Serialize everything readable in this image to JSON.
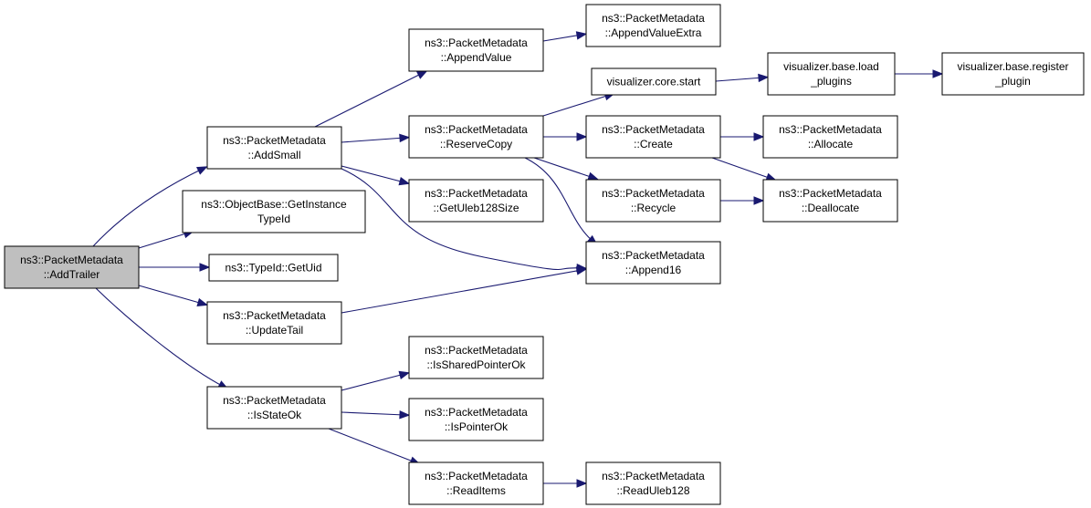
{
  "title": "ns3::PacketMetadata::AddTrailer call graph",
  "colors": {
    "edge": "#191970",
    "root_fill": "#bfbfbf",
    "node_fill": "#ffffff",
    "border": "#000000"
  },
  "nodes": [
    {
      "id": "AddTrailer",
      "lines": [
        "ns3::PacketMetadata",
        "::AddTrailer"
      ],
      "root": true
    },
    {
      "id": "AddSmall",
      "lines": [
        "ns3::PacketMetadata",
        "::AddSmall"
      ]
    },
    {
      "id": "GetInstanceTypeId",
      "lines": [
        "ns3::ObjectBase::GetInstance",
        "TypeId"
      ]
    },
    {
      "id": "GetUid",
      "lines": [
        "ns3::TypeId::GetUid"
      ]
    },
    {
      "id": "UpdateTail",
      "lines": [
        "ns3::PacketMetadata",
        "::UpdateTail"
      ]
    },
    {
      "id": "IsStateOk",
      "lines": [
        "ns3::PacketMetadata",
        "::IsStateOk"
      ]
    },
    {
      "id": "AppendValue",
      "lines": [
        "ns3::PacketMetadata",
        "::AppendValue"
      ]
    },
    {
      "id": "ReserveCopy",
      "lines": [
        "ns3::PacketMetadata",
        "::ReserveCopy"
      ]
    },
    {
      "id": "GetUleb128Size",
      "lines": [
        "ns3::PacketMetadata",
        "::GetUleb128Size"
      ]
    },
    {
      "id": "IsSharedPointerOk",
      "lines": [
        "ns3::PacketMetadata",
        "::IsSharedPointerOk"
      ]
    },
    {
      "id": "IsPointerOk",
      "lines": [
        "ns3::PacketMetadata",
        "::IsPointerOk"
      ]
    },
    {
      "id": "ReadItems",
      "lines": [
        "ns3::PacketMetadata",
        "::ReadItems"
      ]
    },
    {
      "id": "AppendValueExtra",
      "lines": [
        "ns3::PacketMetadata",
        "::AppendValueExtra"
      ]
    },
    {
      "id": "CoreStart",
      "lines": [
        "visualizer.core.start"
      ]
    },
    {
      "id": "Create",
      "lines": [
        "ns3::PacketMetadata",
        "::Create"
      ]
    },
    {
      "id": "Recycle",
      "lines": [
        "ns3::PacketMetadata",
        "::Recycle"
      ]
    },
    {
      "id": "Append16",
      "lines": [
        "ns3::PacketMetadata",
        "::Append16"
      ]
    },
    {
      "id": "ReadUleb128",
      "lines": [
        "ns3::PacketMetadata",
        "::ReadUleb128"
      ]
    },
    {
      "id": "LoadPlugins",
      "lines": [
        "visualizer.base.load",
        "_plugins"
      ]
    },
    {
      "id": "Allocate",
      "lines": [
        "ns3::PacketMetadata",
        "::Allocate"
      ]
    },
    {
      "id": "Deallocate",
      "lines": [
        "ns3::PacketMetadata",
        "::Deallocate"
      ]
    },
    {
      "id": "RegisterPlugin",
      "lines": [
        "visualizer.base.register",
        "_plugin"
      ]
    }
  ],
  "edges": [
    {
      "from": "AddTrailer",
      "to": "AddSmall"
    },
    {
      "from": "AddTrailer",
      "to": "GetInstanceTypeId"
    },
    {
      "from": "AddTrailer",
      "to": "GetUid"
    },
    {
      "from": "AddTrailer",
      "to": "UpdateTail"
    },
    {
      "from": "AddTrailer",
      "to": "IsStateOk"
    },
    {
      "from": "AddSmall",
      "to": "AppendValue"
    },
    {
      "from": "AddSmall",
      "to": "ReserveCopy"
    },
    {
      "from": "AddSmall",
      "to": "GetUleb128Size"
    },
    {
      "from": "AddSmall",
      "to": "Append16"
    },
    {
      "from": "AppendValue",
      "to": "AppendValueExtra"
    },
    {
      "from": "ReserveCopy",
      "to": "CoreStart"
    },
    {
      "from": "ReserveCopy",
      "to": "Create"
    },
    {
      "from": "ReserveCopy",
      "to": "Recycle"
    },
    {
      "from": "ReserveCopy",
      "to": "Append16"
    },
    {
      "from": "CoreStart",
      "to": "LoadPlugins"
    },
    {
      "from": "LoadPlugins",
      "to": "RegisterPlugin"
    },
    {
      "from": "Create",
      "to": "Allocate"
    },
    {
      "from": "Create",
      "to": "Deallocate"
    },
    {
      "from": "Recycle",
      "to": "Deallocate"
    },
    {
      "from": "UpdateTail",
      "to": "Append16"
    },
    {
      "from": "IsStateOk",
      "to": "IsSharedPointerOk"
    },
    {
      "from": "IsStateOk",
      "to": "IsPointerOk"
    },
    {
      "from": "IsStateOk",
      "to": "ReadItems"
    },
    {
      "from": "ReadItems",
      "to": "ReadUleb128"
    }
  ]
}
